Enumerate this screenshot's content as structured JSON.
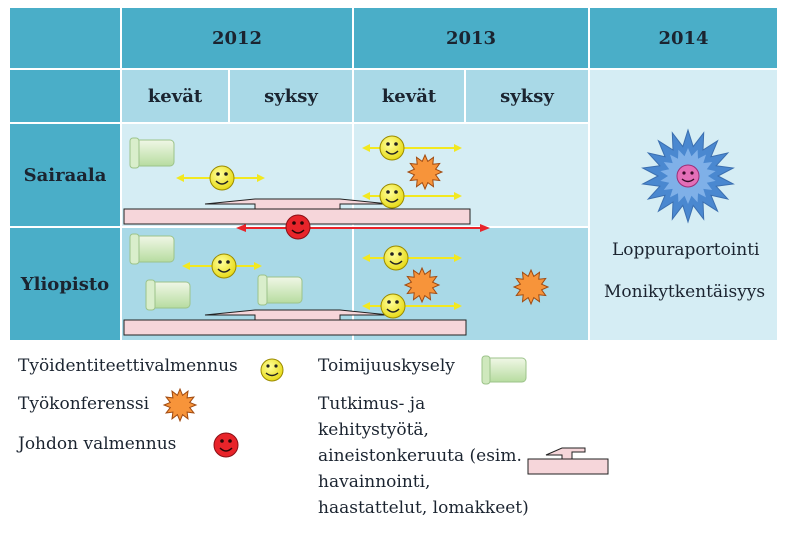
{
  "header": {
    "years": [
      "2012",
      "2013",
      "2014"
    ],
    "seasons": [
      "kevät",
      "syksy",
      "kevät",
      "syksy"
    ]
  },
  "rows": [
    "Sairaala",
    "Yliopisto"
  ],
  "final_box": {
    "line1": "Loppuraportointi",
    "line2": "Monikytkentäisyys"
  },
  "legend": {
    "smiley": "Työidentiteettivalmennus",
    "conference": "Työkonferenssi",
    "leadership": "Johdon valmennus",
    "survey": "Toimijuuskysely",
    "research": [
      "Tutkimus- ja",
      "kehitystyötä,",
      "aineistonkeruuta (esim.",
      "havainnointi,",
      "haastattelut, lomakkeet)"
    ]
  },
  "colors": {
    "header_blue": "#4aaec8",
    "light_blue": "#d5edf4",
    "mid_blue": "#a9d9e7",
    "smiley_yellow": "#f5f23a",
    "burst_orange": "#f7943a",
    "leadership_red": "#e8242a",
    "star_blue": "#4a88d0",
    "pink_bar": "#f6d6da"
  }
}
